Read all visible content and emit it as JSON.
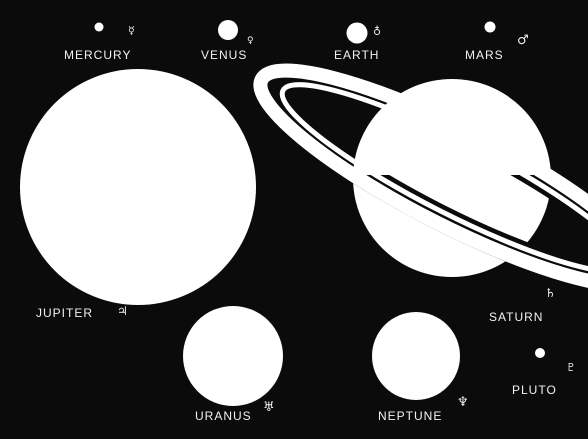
{
  "planets": {
    "mercury": {
      "label": "MERCURY",
      "symbol": "☿"
    },
    "venus": {
      "label": "VENUS",
      "symbol": "♀"
    },
    "earth": {
      "label": "EARTH",
      "symbol": "♁"
    },
    "mars": {
      "label": "MARS",
      "symbol": "♂"
    },
    "jupiter": {
      "label": "JUPITER",
      "symbol": "♃"
    },
    "saturn": {
      "label": "SATURN",
      "symbol": "♄"
    },
    "uranus": {
      "label": "URANUS",
      "symbol": "♅"
    },
    "neptune": {
      "label": "NEPTUNE",
      "symbol": "♆"
    },
    "pluto": {
      "label": "PLUTO",
      "symbol": "♇"
    }
  },
  "colors": {
    "background": "#0b0b0b",
    "planet": "#ffffff",
    "text": "#f2f2f2"
  }
}
